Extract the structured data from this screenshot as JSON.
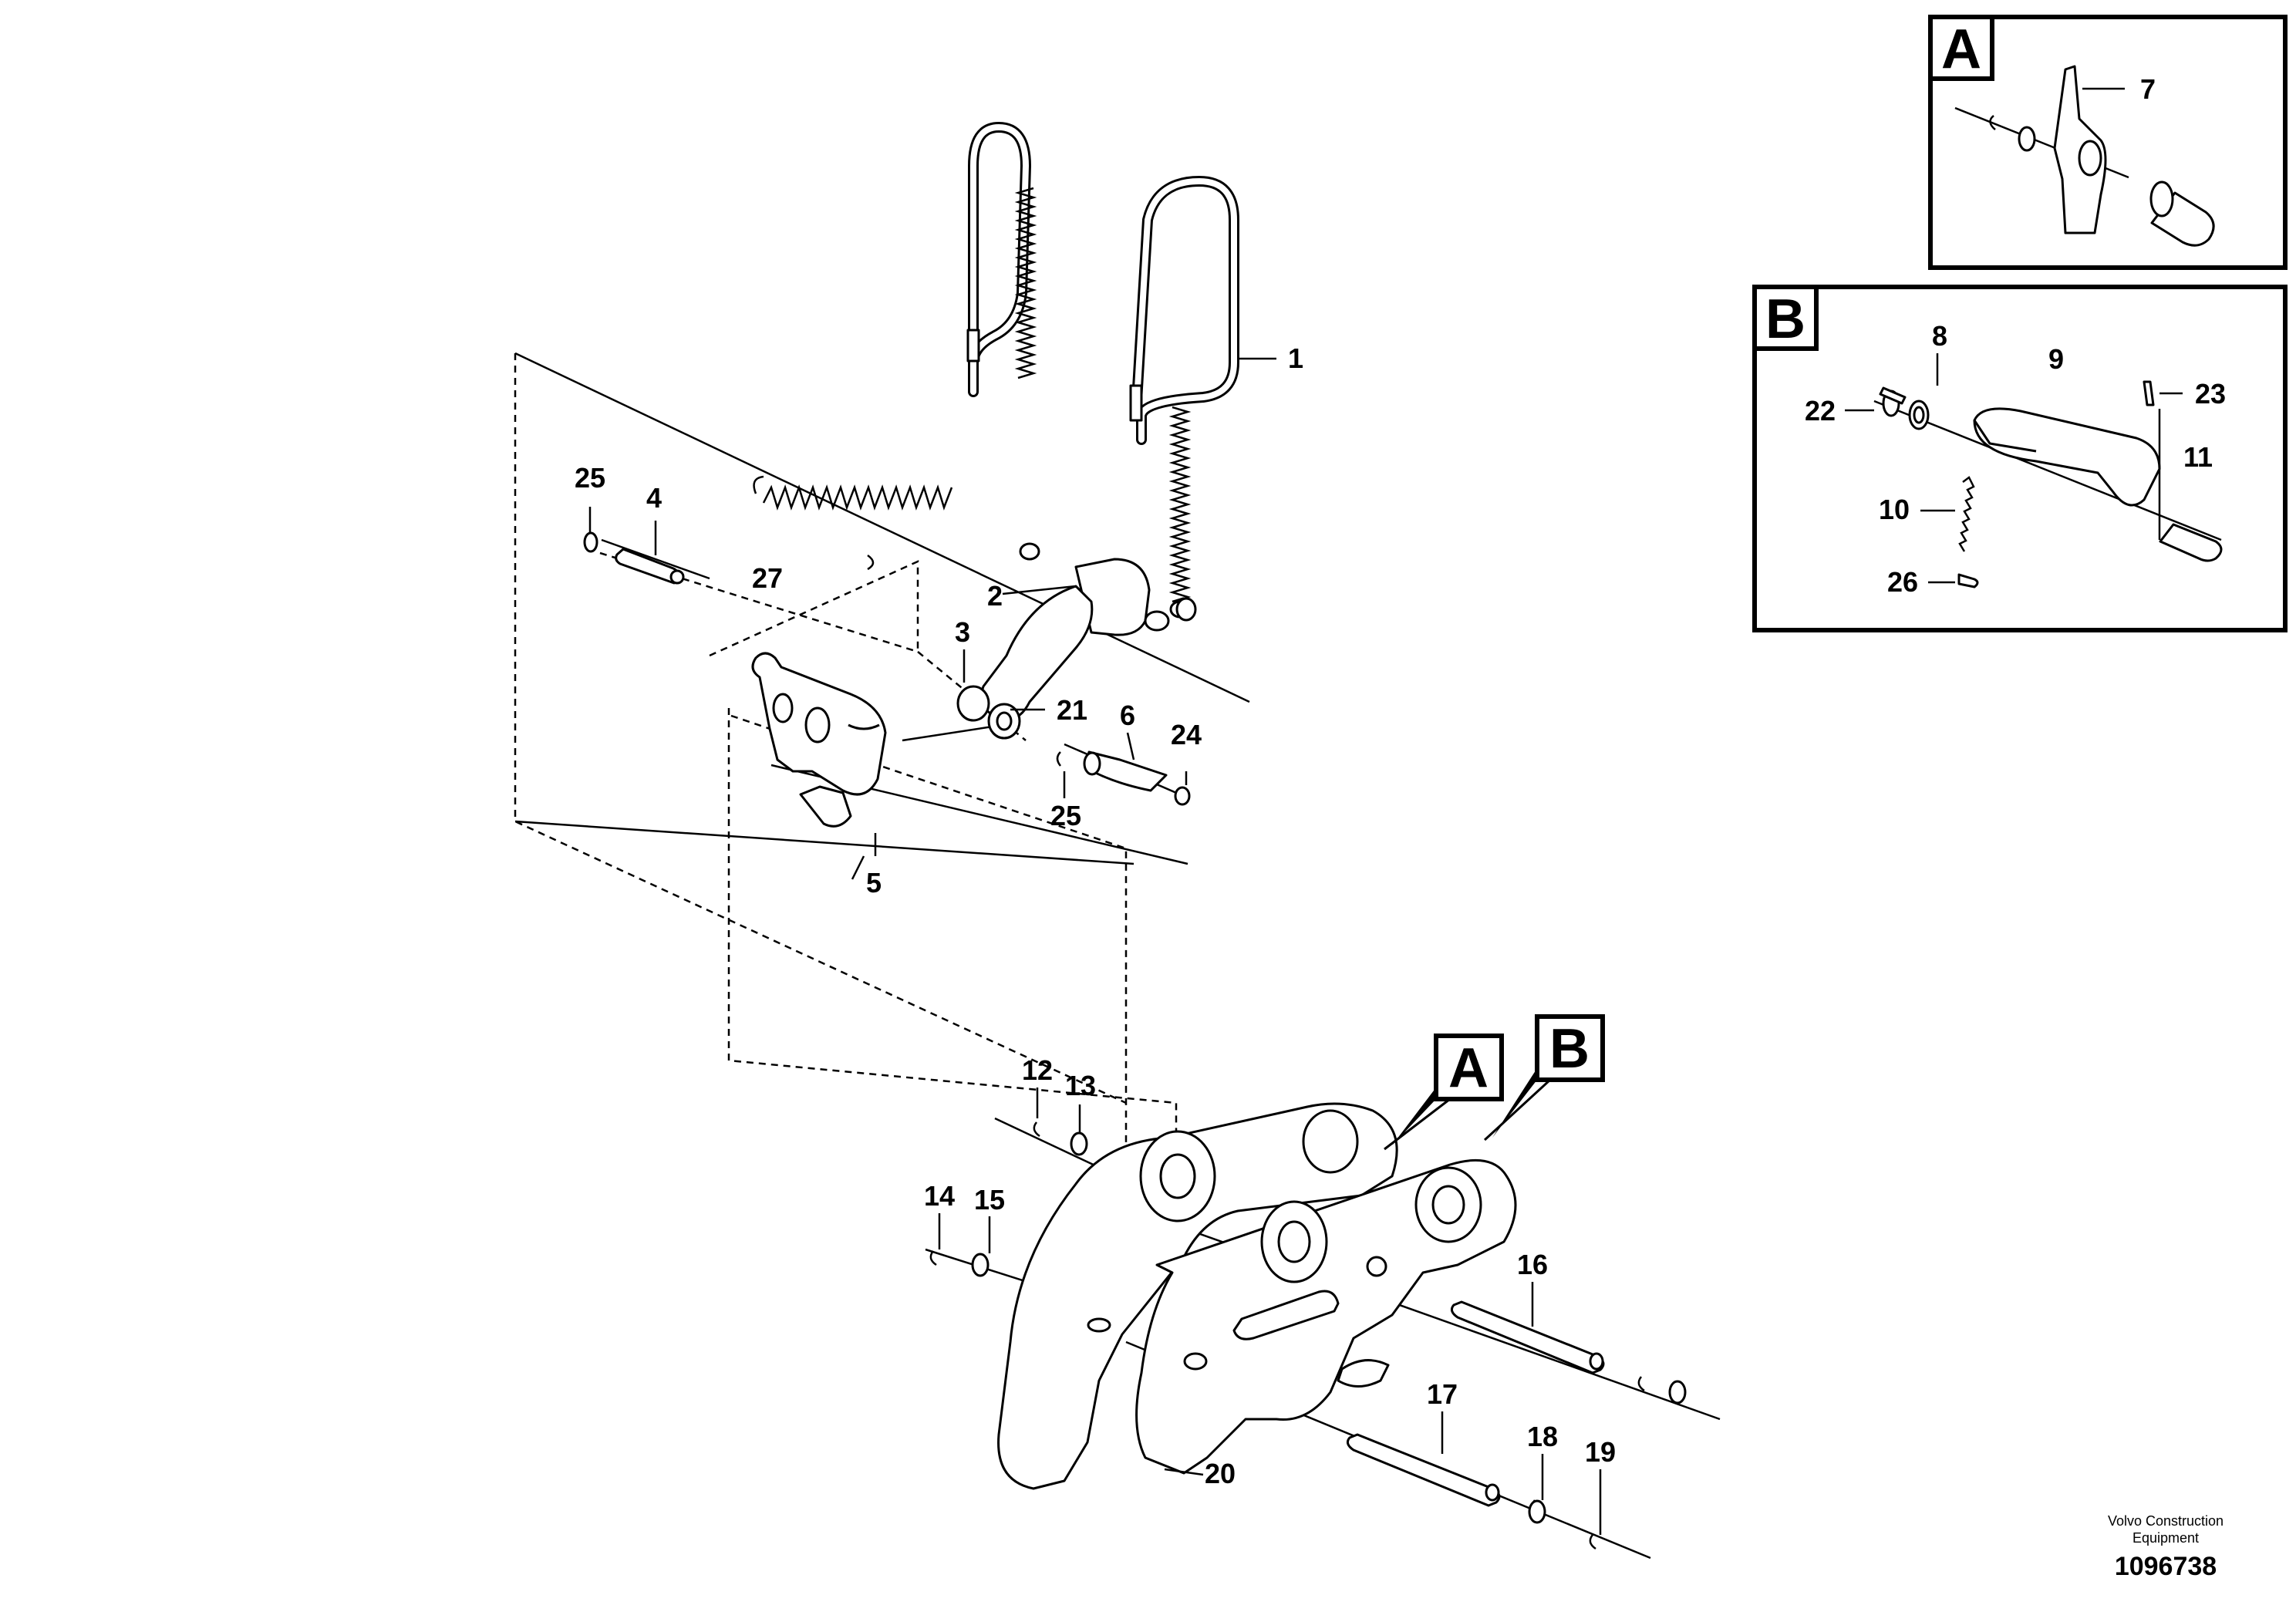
{
  "callouts": {
    "c1": "1",
    "c2": "2",
    "c3": "3",
    "c4": "4",
    "c5": "5",
    "c6": "6",
    "c12": "12",
    "c13": "13",
    "c14": "14",
    "c15": "15",
    "c16": "16",
    "c17": "17",
    "c18": "18",
    "c19": "19",
    "c20": "20",
    "c21": "21",
    "c24": "24",
    "c25a": "25",
    "c25b": "25",
    "c27": "27"
  },
  "main_view_letters": {
    "a": "A",
    "b": "B"
  },
  "inset_a": {
    "letter": "A",
    "callouts": {
      "c7": "7"
    }
  },
  "inset_b": {
    "letter": "B",
    "callouts": {
      "c8": "8",
      "c9": "9",
      "c10": "10",
      "c11": "11",
      "c22": "22",
      "c23": "23",
      "c26": "26"
    }
  },
  "footer": {
    "company_line1": "Volvo Construction",
    "company_line2": "Equipment",
    "drawing_number": "1096738"
  }
}
